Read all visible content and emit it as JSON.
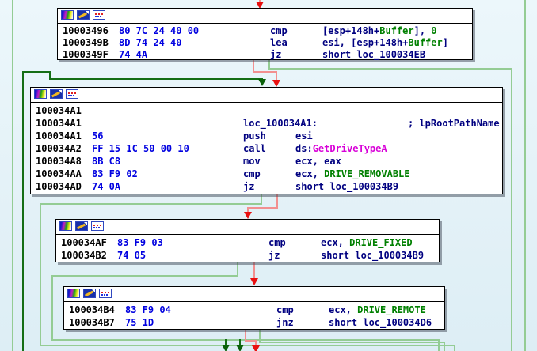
{
  "app": {
    "view": "ida-graph-view"
  },
  "colors": {
    "canvas_bg": "#e6f3f8",
    "address": "#000000",
    "opcode_bytes": "#0000e0",
    "instruction": "#000080",
    "stack_symbol_green": "#008000",
    "import_magenta": "#d800d8",
    "edge_false_red": "#f29090",
    "edge_true_light_green": "#94cc94",
    "edge_loop_dark_green": "#156e15"
  },
  "toolbar_icons": {
    "icon1": "node-color-palette-icon",
    "icon2": "edit-node-icon",
    "icon3": "trace-node-icon"
  },
  "blocks": [
    {
      "name": "block-10003496",
      "lines": [
        {
          "addr": "10003496",
          "bytes": "80 7C 24 40 00",
          "mnem": "cmp",
          "o1": "[esp+148h+",
          "o2": "Buffer",
          "o3": "], ",
          "o4": "0"
        },
        {
          "addr": "1000349B",
          "bytes": "8D 74 24 40",
          "mnem": "lea",
          "o1": "esi, [esp+148h+",
          "o2": "Buffer",
          "o3": "]"
        },
        {
          "addr": "1000349F",
          "bytes": "74 4A",
          "mnem": "jz",
          "o1": "short loc_100034EB"
        }
      ]
    },
    {
      "name": "block-100034A1",
      "lines": [
        {
          "addr": "100034A1"
        },
        {
          "addr": "100034A1",
          "label": "loc_100034A1:",
          "comment": "; lpRootPathName"
        },
        {
          "addr": "100034A1",
          "bytes": "56",
          "mnem": "push",
          "o1": "esi"
        },
        {
          "addr": "100034A2",
          "bytes": "FF 15 1C 50 00 10",
          "mnem": "call",
          "o1": "ds:",
          "om": "GetDriveTypeA"
        },
        {
          "addr": "100034A8",
          "bytes": "8B C8",
          "mnem": "mov",
          "o1": "ecx, eax"
        },
        {
          "addr": "100034AA",
          "bytes": "83 F9 02",
          "mnem": "cmp",
          "o1": "ecx, ",
          "o2": "DRIVE_REMOVABLE"
        },
        {
          "addr": "100034AD",
          "bytes": "74 0A",
          "mnem": "jz",
          "o1": "short loc_100034B9"
        }
      ]
    },
    {
      "name": "block-100034AF",
      "lines": [
        {
          "addr": "100034AF",
          "bytes": "83 F9 03",
          "mnem": "cmp",
          "o1": "ecx, ",
          "o2": "DRIVE_FIXED"
        },
        {
          "addr": "100034B2",
          "bytes": "74 05",
          "mnem": "jz",
          "o1": "short loc_100034B9"
        }
      ]
    },
    {
      "name": "block-100034B4",
      "lines": [
        {
          "addr": "100034B4",
          "bytes": "83 F9 04",
          "mnem": "cmp",
          "o1": "ecx, ",
          "o2": "DRIVE_REMOTE"
        },
        {
          "addr": "100034B7",
          "bytes": "75 1D",
          "mnem": "jnz",
          "o1": "short loc_100034D6"
        }
      ]
    }
  ]
}
